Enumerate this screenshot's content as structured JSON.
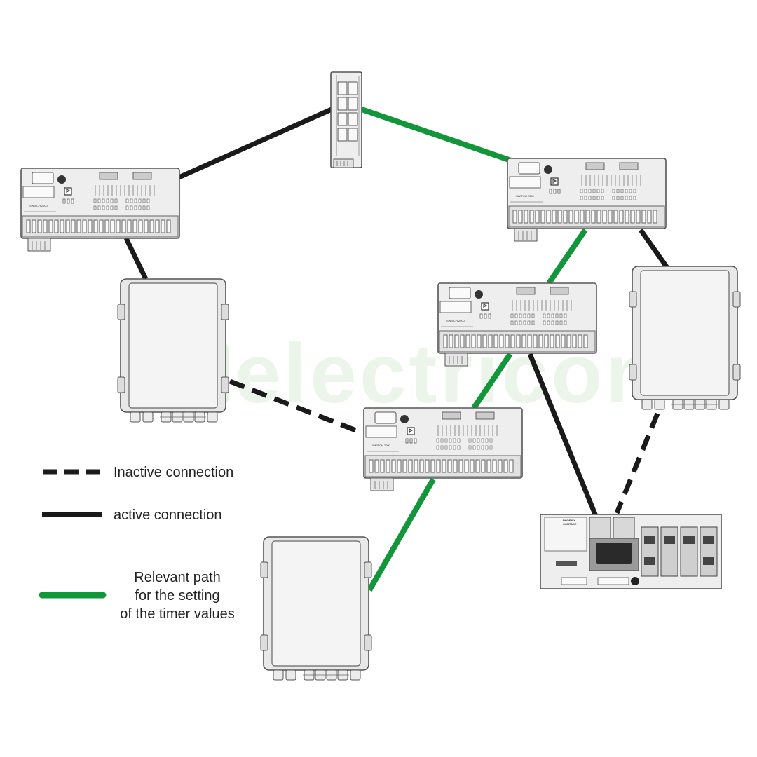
{
  "colors": {
    "active": "#1a1a1a",
    "inactive": "#1a1a1a",
    "relevant": "#12963a",
    "device_fill": "#eeeeee",
    "device_stroke": "#555555",
    "background": "#ffffff"
  },
  "watermark": {
    "text": "electricon"
  },
  "legend": {
    "inactive": "Inactive connection",
    "active": "active connection",
    "relevant_line1": "Relevant path",
    "relevant_line2": "for the setting",
    "relevant_line3": "of the timer values"
  },
  "device_labels": {
    "switch_model": "SWITCH 2000",
    "controller_brand_line1": "PHOENIX",
    "controller_brand_line2": "CONTACT"
  }
}
